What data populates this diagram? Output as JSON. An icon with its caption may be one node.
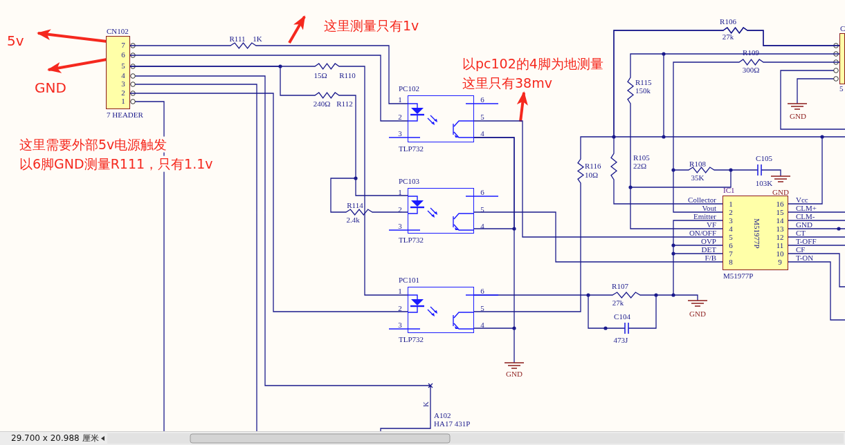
{
  "diagram": {
    "nodes": [
      {
        "text": [
          "CN102",
          "7 HEADER"
        ]
      },
      {
        "text": [
          "5v"
        ]
      },
      {
        "text": [
          "GND"
        ]
      },
      {
        "text": [
          "这里测量只有1v"
        ]
      },
      {
        "text": [
          "以pc102的4脚为地测量",
          "这里只有38mv"
        ]
      },
      {
        "text": [
          "PC102",
          "TLP732"
        ]
      },
      {
        "text": [
          "PC103",
          "TLP732"
        ]
      },
      {
        "text": [
          "PC101",
          "TLP732"
        ]
      },
      {
        "text": [
          "IC1",
          "M51977P",
          "M51977P"
        ]
      },
      {
        "text": [
          "C"
        ]
      }
    ],
    "edges": [
      {
        "from": 0,
        "to": 1,
        "arrow": "to",
        "style": "thick",
        "color": "#f5281e"
      },
      {
        "from": 0,
        "to": 2,
        "arrow": "to",
        "style": "thick",
        "color": "#f5281e"
      },
      {
        "from": null,
        "to": 3,
        "arrow": "to",
        "style": "thick",
        "color": "#f5281e"
      },
      {
        "from": null,
        "to": 4,
        "arrow": "to",
        "style": "thick",
        "color": "#f5281e"
      },
      {
        "from": 0,
        "to": 5,
        "arrow": "none"
      },
      {
        "from": 0,
        "to": 5,
        "arrow": "none"
      },
      {
        "from": 0,
        "to": 7,
        "arrow": "none"
      },
      {
        "from": 5,
        "to": 8,
        "arrow": "none"
      },
      {
        "from": 6,
        "to": 8,
        "arrow": "none"
      },
      {
        "from": 0,
        "to": 6,
        "arrow": "none"
      },
      {
        "from": 0,
        "to": 7,
        "arrow": "none"
      },
      {
        "from": 5,
        "to": 6,
        "arrow": "none"
      },
      {
        "from": 5,
        "to": 7,
        "arrow": "none"
      },
      {
        "from": 7,
        "to": 8,
        "arrow": "none"
      },
      {
        "from": 7,
        "to": 9,
        "arrow": "none"
      },
      {
        "from": 8,
        "to": 9,
        "arrow": "none"
      },
      {
        "from": 8,
        "to": 9,
        "arrow": "none"
      },
      {
        "from": 8,
        "to": 9,
        "arrow": "none"
      }
    ],
    "labels": [
      "7",
      "6",
      "5",
      "4",
      "3",
      "2",
      "1",
      "R111",
      "1K",
      "15Ω",
      "R110",
      "240Ω",
      "R112",
      "这里需要外部5v电源触发",
      "以6脚GND测量R111，只有1.1v",
      "1",
      "2",
      "3",
      "6",
      "5",
      "4",
      "1",
      "2",
      "3",
      "6",
      "5",
      "4",
      "R114",
      "2.4k",
      "1",
      "2",
      "3",
      "6",
      "5",
      "4",
      "GND",
      "R106",
      "27k",
      "R109",
      "300Ω",
      "R115",
      "150k",
      "GND",
      "R116",
      "10Ω",
      "R105",
      "22Ω",
      "R108",
      "35K",
      "C105",
      "103K",
      "GND",
      "Collector",
      "Vout",
      "Emitter",
      "VF",
      "ON/OFF",
      "OVP",
      "DET",
      "F/B",
      "1",
      "2",
      "3",
      "4",
      "5",
      "6",
      "7",
      "8",
      "16",
      "15",
      "14",
      "13",
      "12",
      "11",
      "10",
      "9",
      "Vcc",
      "CLM+",
      "CLM-",
      "GND",
      "CT",
      "T-OFF",
      "CF",
      "T-ON",
      "R107",
      "27k",
      "C104",
      "473J",
      "GND",
      "K",
      "A102",
      "HA17 431P",
      "5",
      "29.700 x 20.988 厘米"
    ]
  }
}
